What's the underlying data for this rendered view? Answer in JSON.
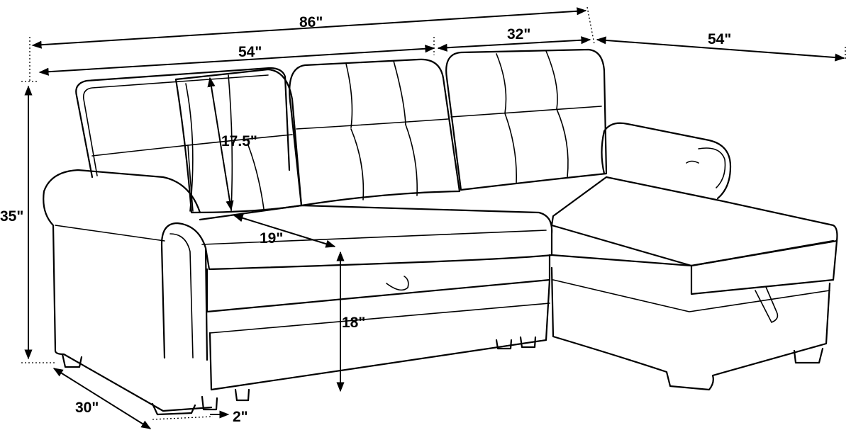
{
  "dimensions": {
    "overall_width": "86\"",
    "sofa_width": "54\"",
    "chaise_width": "32\"",
    "chaise_length": "54\"",
    "back_cushion_height": "17.5\"",
    "seat_depth": "19\"",
    "seat_height": "18\"",
    "overall_height": "35\"",
    "overall_depth": "30\"",
    "leg_height": "2\""
  },
  "colors": {
    "line": "#000000",
    "background": "#ffffff"
  }
}
